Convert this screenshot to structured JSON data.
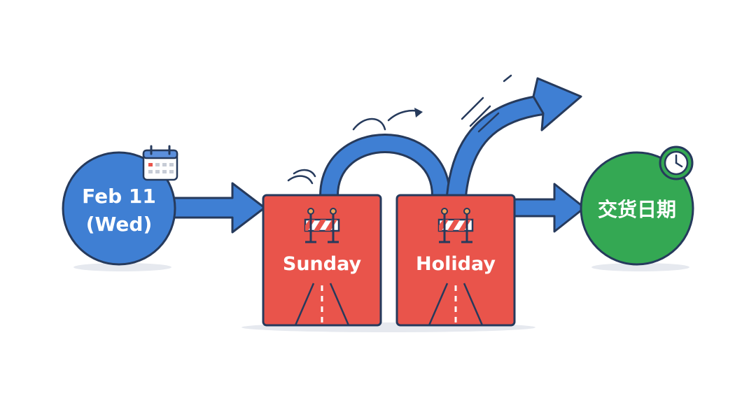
{
  "start": {
    "line1": "Feb 11",
    "line2": "(Wed)",
    "icon": "calendar-icon"
  },
  "blocks": [
    {
      "label": "Sunday",
      "icon": "road-barrier-icon"
    },
    {
      "label": "Holiday",
      "icon": "road-barrier-icon"
    }
  ],
  "end": {
    "label": "交货日期",
    "icon": "clock-icon"
  },
  "colors": {
    "blue": "#3f7fd3",
    "red": "#e9544b",
    "green": "#34a853",
    "outline": "#263a5c"
  }
}
